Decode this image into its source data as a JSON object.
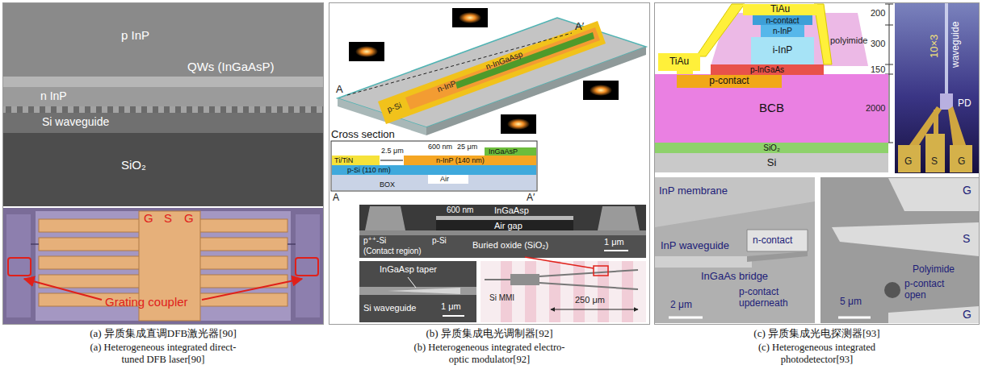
{
  "diagram": {
    "nodes": [
      {
        "text": [
          "(a) 异质集成直调DFB激光器[90]",
          "(a) Heterogeneous integrated direct-tuned DFB laser[90]"
        ]
      },
      {
        "text": [
          "(b) 异质集成电光调制器[92]",
          "(b) Heterogeneous integrated electro-optic modulator[92]"
        ]
      },
      {
        "text": [
          "(c) 异质集成光电探测器[93]",
          "(c) Heterogeneous integrated photodetector[93]"
        ]
      },
      {
        "text": [
          "TiAu"
        ],
        "in": 2
      },
      {
        "text": [
          "n-contact"
        ],
        "in": 2
      },
      {
        "text": [
          "n-InP"
        ],
        "in": 2
      },
      {
        "text": [
          "i-InP"
        ],
        "in": 2
      },
      {
        "text": [
          "p-InGaAs"
        ],
        "in": 2
      },
      {
        "text": [
          "TiAu"
        ],
        "in": 2
      },
      {
        "text": [
          "p-contact"
        ],
        "in": 2
      },
      {
        "text": [
          "BCB"
        ],
        "in": 2
      },
      {
        "text": [
          "SiO₂"
        ],
        "in": 2
      },
      {
        "text": [
          "Si"
        ],
        "in": 2
      }
    ],
    "labels": [
      "p InP",
      "QWs (InGaAsP)",
      "n InP",
      "Si waveguide",
      "SiO₂",
      "G",
      "S",
      "G",
      "Grating coupler",
      "n-InGaAsp",
      "n-InP",
      "p-Si",
      "A",
      "A′",
      "Cross section",
      "2.5 μm",
      "600 nm",
      "25 μm",
      "InGaAsP",
      "Ti/TiN",
      "n-InP (140 nm)",
      "p-Si (110 nm)",
      "Air",
      "BOX",
      "A",
      "A′",
      "600 nm",
      "InGaAsp",
      "Air gap",
      "p⁺⁺-Si",
      "(Contact region)",
      "p-Si",
      "Buried oxide (SiO₂)",
      "1 μm",
      "InGaAsp taper",
      "Si waveguide",
      "1 μm",
      "Si MMI",
      "250 μm",
      "polyimide",
      "200",
      "300",
      "150",
      "2000",
      "10×3",
      "waveguide",
      "PD",
      "G",
      "S",
      "G",
      "InP membrane",
      "InP waveguide",
      "n-contact",
      "InGaAs bridge",
      "p-contact upderneath",
      "2 μm",
      "G",
      "S",
      "Polyimide",
      "p-contact open",
      "G",
      "5 μm"
    ]
  }
}
